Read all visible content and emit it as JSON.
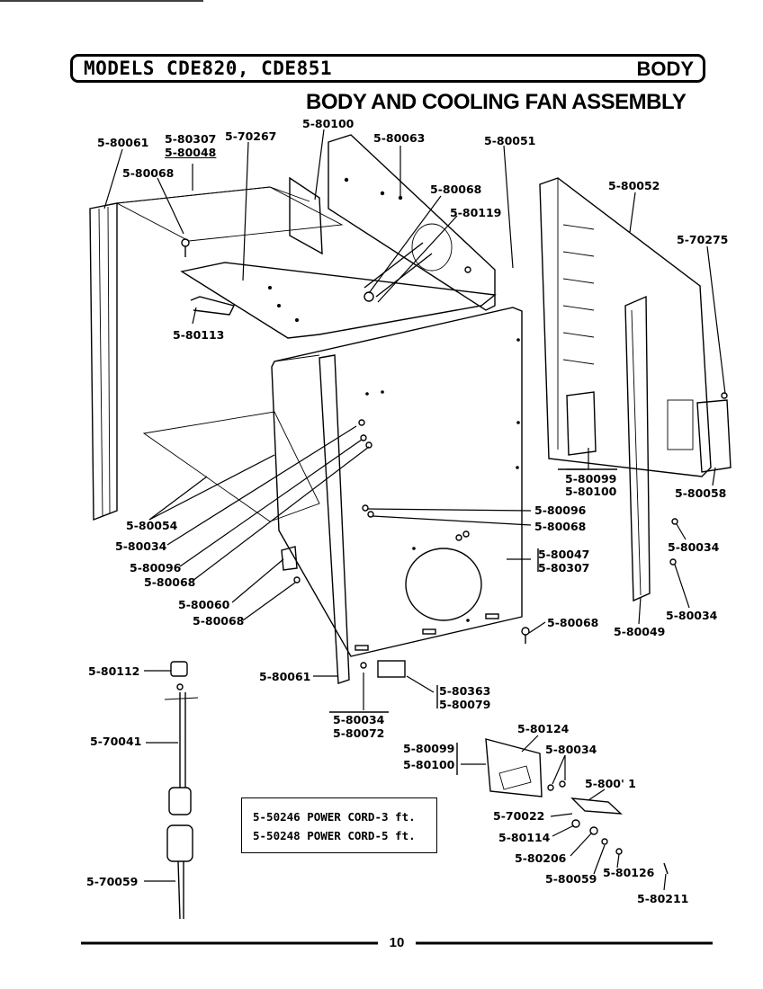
{
  "header": {
    "models": "MODELS CDE820, CDE851",
    "section": "BODY"
  },
  "title": "BODY AND COOLING FAN ASSEMBLY",
  "labels": [
    {
      "text": "5-80061"
    },
    {
      "text": "5-80307"
    },
    {
      "text": "5-80048"
    },
    {
      "text": "5-70267"
    },
    {
      "text": "5-80100"
    },
    {
      "text": "5-80063"
    },
    {
      "text": "5-80051"
    },
    {
      "text": "5-80068"
    },
    {
      "text": "5-80068"
    },
    {
      "text": "5-80119"
    },
    {
      "text": "5-80052"
    },
    {
      "text": "5-70275"
    },
    {
      "text": "5-80113"
    },
    {
      "text": "5-80099"
    },
    {
      "text": "5-80100"
    },
    {
      "text": "5-80058"
    },
    {
      "text": "5-80096"
    },
    {
      "text": "5-80068"
    },
    {
      "text": "5-80054"
    },
    {
      "text": "5-80034"
    },
    {
      "text": "5-80096"
    },
    {
      "text": "5-80068"
    },
    {
      "text": "5-80047"
    },
    {
      "text": "5-80307"
    },
    {
      "text": "5-80034"
    },
    {
      "text": "5-80060"
    },
    {
      "text": "5-80068"
    },
    {
      "text": "5-80034"
    },
    {
      "text": "5-80068"
    },
    {
      "text": "5-80049"
    },
    {
      "text": "5-80112"
    },
    {
      "text": "5-80061"
    },
    {
      "text": "5-80363"
    },
    {
      "text": "5-80079"
    },
    {
      "text": "5-70041"
    },
    {
      "text": "5-80034"
    },
    {
      "text": "5-80072"
    },
    {
      "text": "5-80124"
    },
    {
      "text": "5-80099"
    },
    {
      "text": "5-80034"
    },
    {
      "text": "5-80100"
    },
    {
      "text": "5-800' 1"
    },
    {
      "text": "5-70022"
    },
    {
      "text": "5-80114"
    },
    {
      "text": "5-80206"
    },
    {
      "text": "5-80059"
    },
    {
      "text": "5-80126"
    },
    {
      "text": "5-70059"
    },
    {
      "text": "5-80211"
    }
  ],
  "power_cords": [
    "5-50246 POWER CORD-3 ft.",
    "5-50248 POWER CORD-5 ft."
  ],
  "page_number": "10"
}
